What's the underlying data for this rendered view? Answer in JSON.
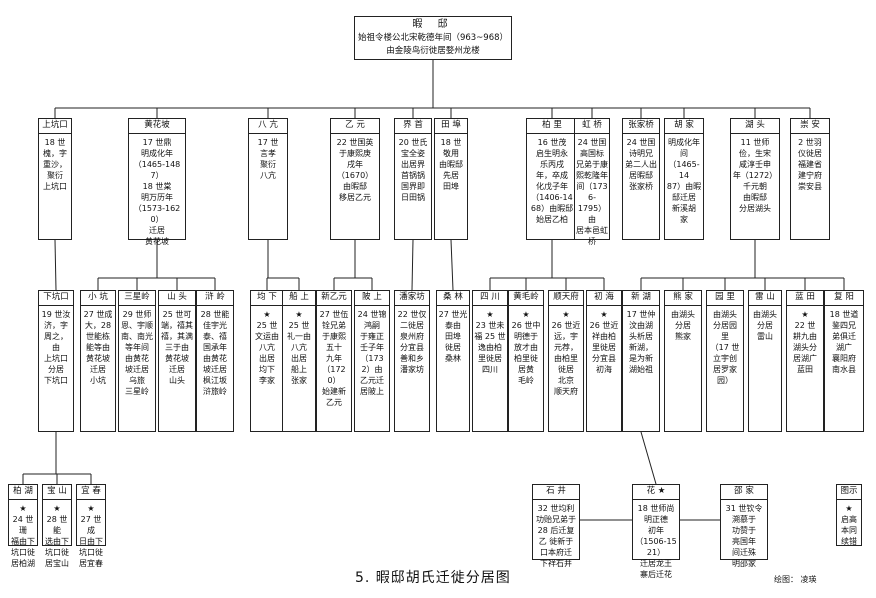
{
  "root": {
    "title": "暇 邸",
    "text": "始祖令楼公北宋乾德年间（963~968）\n由金陵鸟衍徙居婺州龙楼"
  },
  "level1": [
    {
      "name": "上坑口",
      "text": "18 世\n槐，字\n重沙，\n聚衍\n上坑口"
    },
    {
      "name": "黄花坡",
      "text": "17 世鼎\n明成化年\n（1465-1487）\n18 世棠\n明万历年\n（1573-1620）\n迁居\n黄花坡"
    },
    {
      "name": "八 亢",
      "text": "17 世\n言孝\n聚衍\n八亢"
    },
    {
      "name": "乙 元",
      "text": "22 世国英\n于康熙庚\n戌年\n（1670）\n由暇邸\n移居乙元"
    },
    {
      "name": "界 首",
      "text": "20 世氏\n宝全姿\n出居界\n首锅锅\n国界即\n日田锅"
    },
    {
      "name": "田 埠",
      "text": "18 世\n敬用\n由暇邸\n先居\n田埠"
    },
    {
      "name": "柏 里",
      "text": "16 世茂\n启生明永\n乐丙戌\n年，卒成\n化戊子年\n（1406-14\n68）由暇邸\n始居乙柏"
    },
    {
      "name": "虹 桥",
      "text": "24 世国\n高国标\n兄弟于康\n熙乾隆年\n间（1736-\n1795）由\n居本邑虹桥"
    },
    {
      "name": "张家桥",
      "text": "24 世国\n诗明兄\n弟二人出\n居暇邸\n张家桥"
    },
    {
      "name": "胡 家",
      "text": "明成化年\n间\n（1465-14\n87）由暇\n邸迁居\n新溪胡\n家"
    },
    {
      "name": "湖 头",
      "text": "11 世师\n俭，生宋\n咸淳壬申\n年（1272）\n千元朝\n由暇邸\n分居湖头"
    },
    {
      "name": "崇 安",
      "text": "2 世羽\n仪徙居\n福建省\n建宁府\n崇安县"
    }
  ],
  "level2": [
    {
      "name": "下坑口",
      "text": "19 世汝\n济，字\n周之，\n由\n上坑口\n分居\n下坑口"
    },
    {
      "name": "小 坑",
      "text": "27 世成\n大，28\n世能栋\n能等由\n黄花坡\n迁居\n小坑"
    },
    {
      "name": "三星岭",
      "text": "29 世师\n恩、宇顺\n南、南光\n等年间\n由黄花\n坡迁居\n乌旅\n三星岭"
    },
    {
      "name": "山 头",
      "text": "25 世可\n端，禧其\n禧，其满\n三于由\n黄花坡\n迁居\n山头"
    },
    {
      "name": "浒 岭",
      "text": "28 世能\n佳宇光\n泰、禧\n国承年\n由黄花\n坡迁居\n枫江坂\n浒旅岭"
    },
    {
      "name": "均 下",
      "text": "★\n25 世\n文运由\n八亢\n出居\n均下\n李家"
    },
    {
      "name": "船 上",
      "text": "★\n25 世\n礼一由\n八亢\n出居\n船上\n张家"
    },
    {
      "name": "新乙元",
      "text": "27 世伍\n铨兄弟\n于康熙\n五十\n九年\n（1720）\n始建新\n乙元"
    },
    {
      "name": "陂 上",
      "text": "24 世锦\n鸿嗣\n于雍正\n壬子年\n（1732）由\n乙元迁\n居陂上"
    },
    {
      "name": "潘家坊",
      "text": "22 世仅\n二徙居\n泉州府\n分宜县\n善和乡\n潘家坊"
    },
    {
      "name": "桑 林",
      "text": "27 世光\n泰由\n田埠\n徙居\n桑林"
    },
    {
      "name": "四 川",
      "text": "★\n23 世未\n福 25 世\n逸由柏\n里徙居\n四川"
    },
    {
      "name": "黄毛岭",
      "text": "★\n26 世中\n明德于\n放才由\n柏里徙\n居黄\n毛岭"
    },
    {
      "name": "顺天府",
      "text": "★\n26 世近\n远，宇\n元荐，\n由柏里\n徙居\n北京\n顺天府"
    },
    {
      "name": "初 海",
      "text": "★\n26 世近\n祥由柏\n里徙居\n分宜县\n初海"
    },
    {
      "name": "新 湖",
      "text": "17 世仲\n汶由湖\n头析居\n新湖，\n是为新\n湖始祖"
    },
    {
      "name": "熊 家",
      "text": "由湖头\n分居\n熊家"
    },
    {
      "name": "园 里",
      "text": "由湖头\n分居园\n里\n（17 世\n立宇创\n居罗家\n园）"
    },
    {
      "name": "雷 山",
      "text": "由湖头\n分居\n雷山"
    },
    {
      "name": "蓝 田",
      "text": "★\n22 世\n耕九由\n湖头分\n居湖广\n蓝田"
    },
    {
      "name": "复 阳",
      "text": "18 世道\n鉴四兄\n弟俱迁\n湖广\n襄阳府\n南水县"
    }
  ],
  "level3": [
    {
      "name": "柏 湖",
      "text": "★\n24 世珊\n福由下\n坑口徙\n居柏湖"
    },
    {
      "name": "宝 山",
      "text": "★\n28 世能\n选由下\n坑口徙\n居宝山"
    },
    {
      "name": "宜 春",
      "text": "★\n27 世成\n日由下\n坑口徙\n居宜春"
    }
  ],
  "level3b": [
    {
      "name": "石 井",
      "text": "32 世均利\n功贻兄弟于\n28 后迁复\n乙 徙新于\n口本府迁\n下祥石井"
    },
    {
      "name": "花 ★",
      "text": "18 世师尚\n明正德\n初年\n（1506-1521）\n迁居龙王\n寨后迁花"
    },
    {
      "name": "邵 家",
      "text": "31 世钦令\n溯慕于\n功赞于\n亮国年\n间迁殊\n明邵家"
    }
  ],
  "legend": {
    "label": "图示",
    "text": "★\n启高\n本同\n续错"
  },
  "caption": "5. 暇邸胡氏迁徙分居图",
  "credit": "绘图： 凌瑛"
}
